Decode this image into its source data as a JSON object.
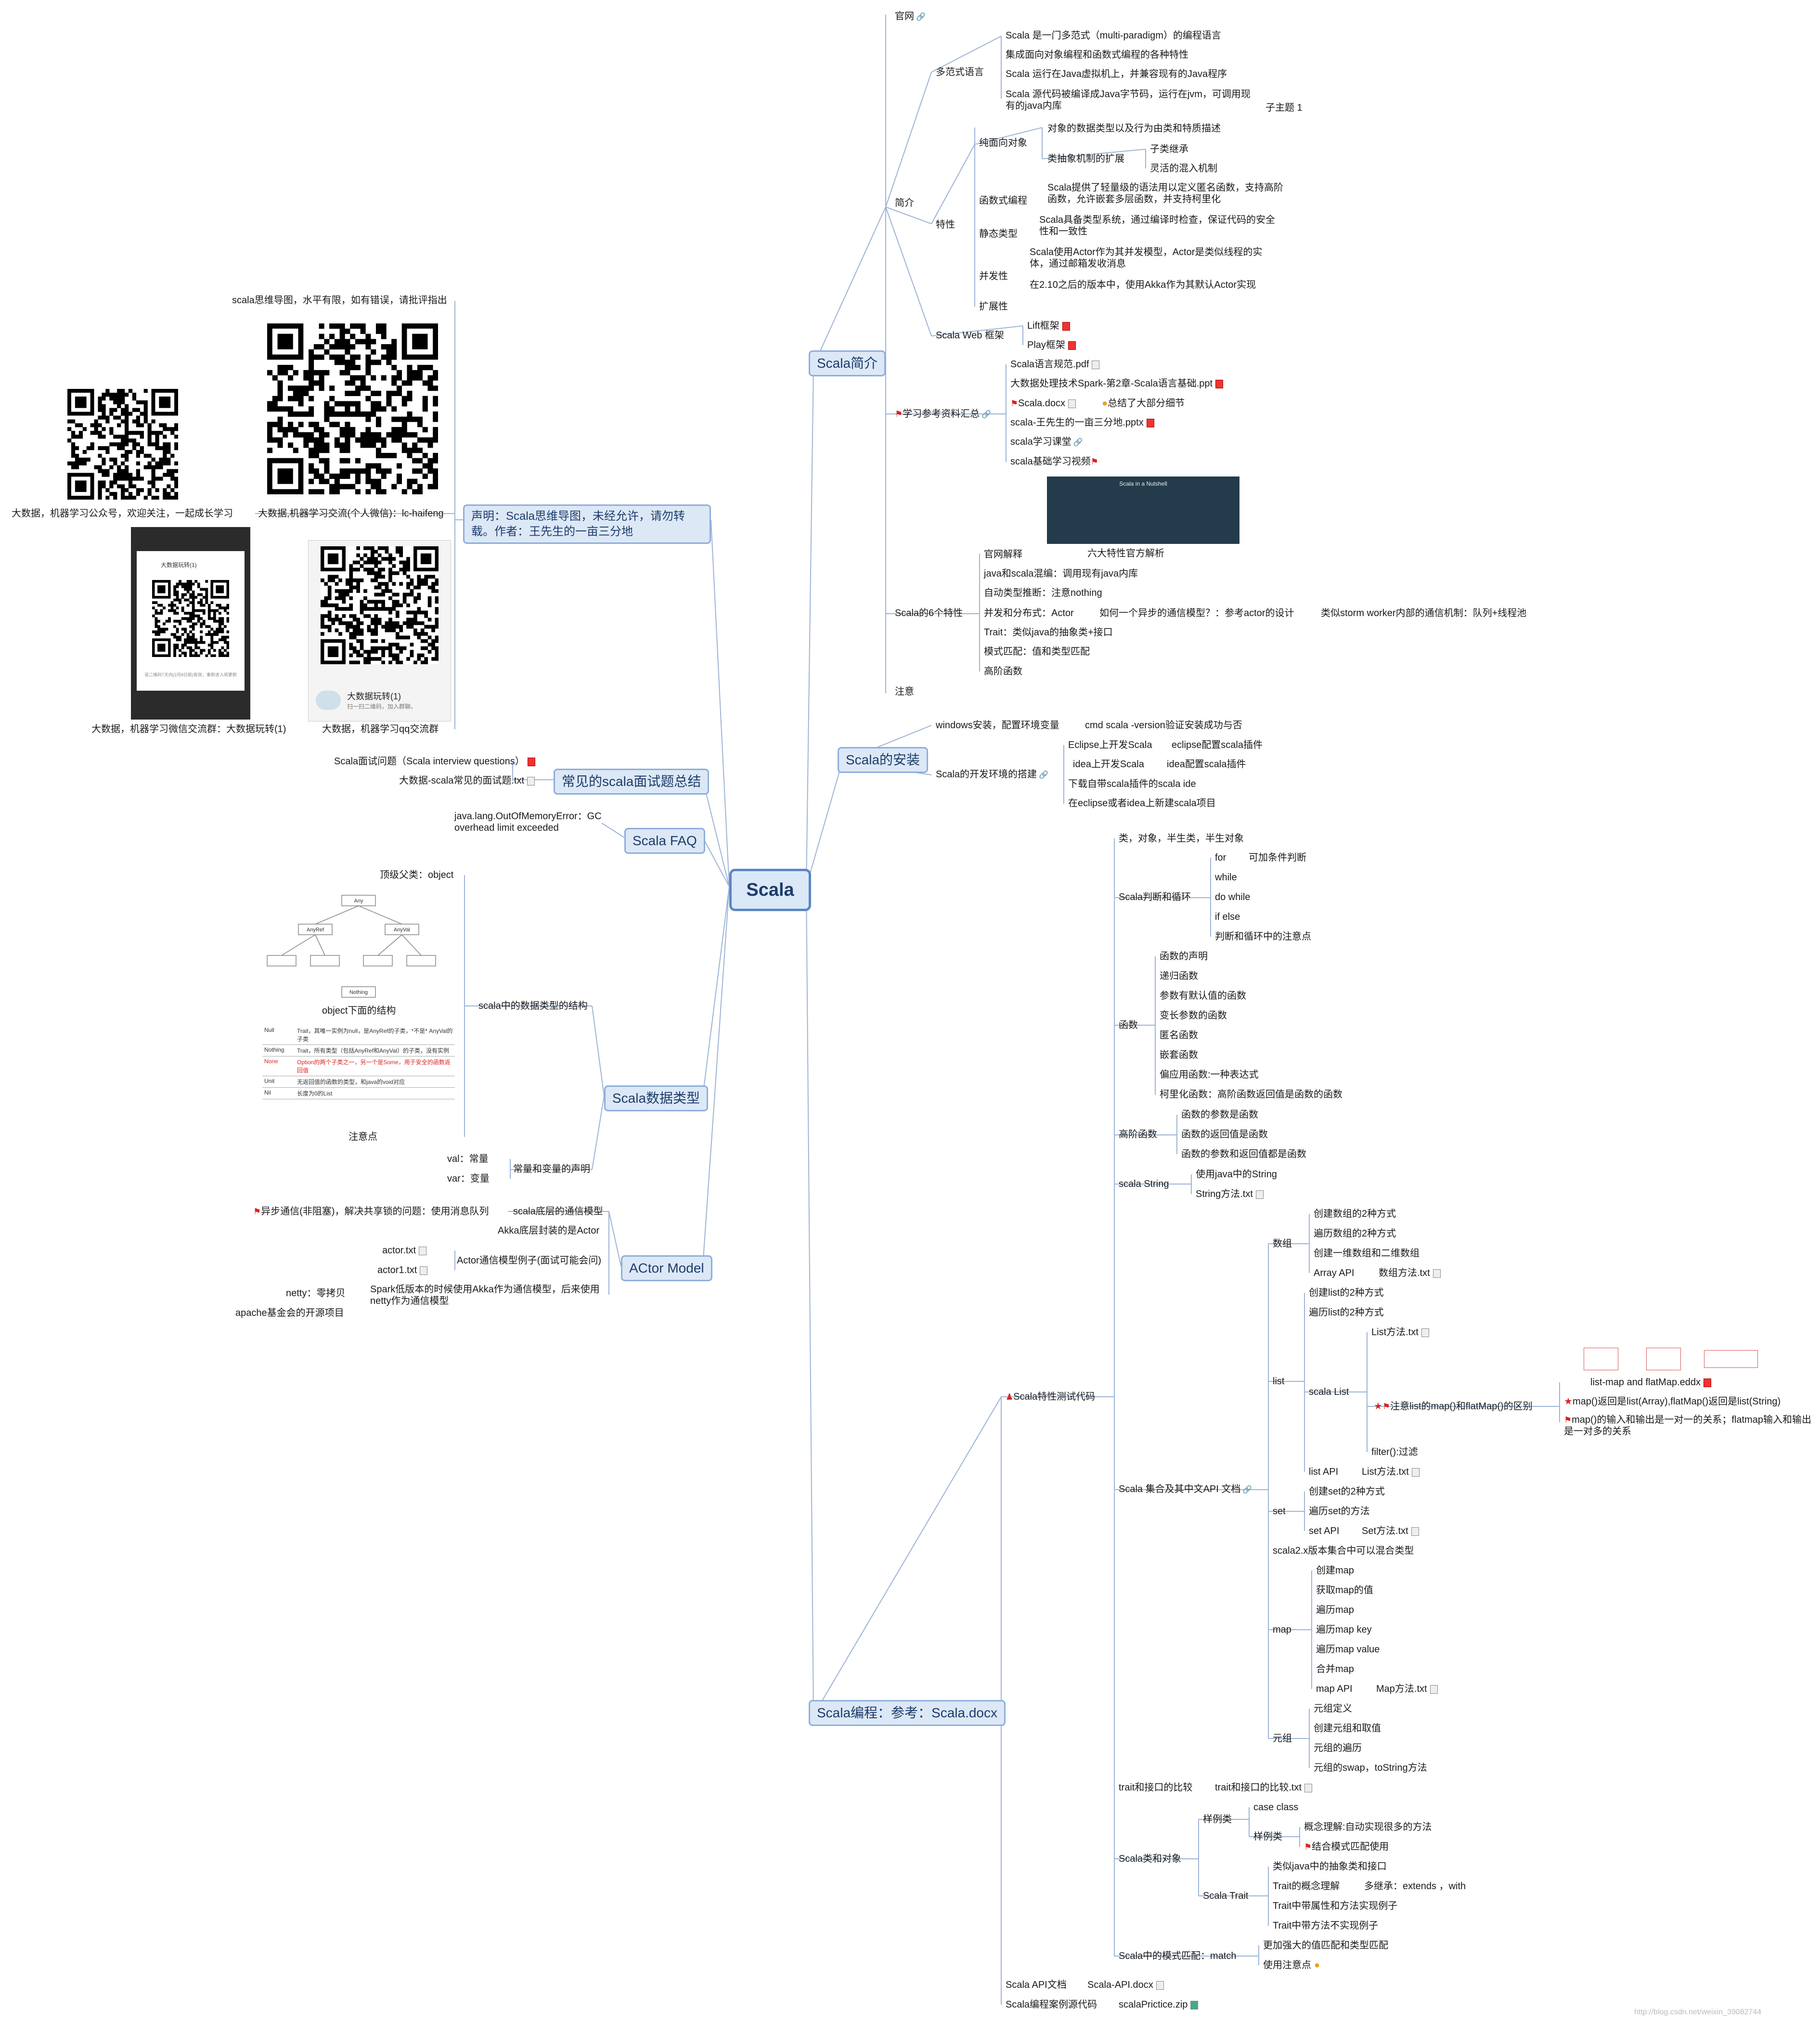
{
  "root": "Scala",
  "intro": {
    "title": "Scala简介",
    "official": "官网",
    "paradigm": {
      "label": "多范式语言",
      "items": [
        "Scala 是一门多范式（multi-paradigm）的编程语言",
        "集成面向对象编程和函数式编程的各种特性",
        "Scala 运行在Java虚拟机上，并兼容现有的Java程序",
        "Scala 源代码被编译成Java字节码，运行在jvm，可调用现有的java内库"
      ],
      "subtopic": "子主题 1"
    },
    "brief": "简介",
    "features": {
      "label": "特性",
      "oo": "纯面向对象",
      "oo_items": [
        "对象的数据类型以及行为由类和特质描述",
        "类抽象机制的扩展"
      ],
      "oo_sub": [
        "子类继承",
        "灵活的混入机制"
      ],
      "fp": "函数式编程",
      "fp_item": "Scala提供了轻量级的语法用以定义匿名函数，支持高阶函数，允许嵌套多层函数，并支持柯里化",
      "st": "静态类型",
      "st_item": "Scala具备类型系统，通过编译时检查，保证代码的安全性和一致性",
      "conc": "并发性",
      "conc_items": [
        "Scala使用Actor作为其并发模型，Actor是类似线程的实体，通过邮箱发收消息",
        "在2.10之后的版本中，使用Akka作为其默认Actor实现"
      ],
      "ext": "扩展性"
    },
    "web": {
      "label": "Scala Web 框架",
      "items": [
        "Lift框架",
        "Play框架"
      ]
    },
    "refs": {
      "label": "学习参考资料汇总",
      "items": [
        "Scala语言规范.pdf",
        "大数据处理技术Spark-第2章-Scala语言基础.ppt",
        "Scala.docx",
        "scala-王先生的一亩三分地.pptx",
        "scala学习课堂",
        "scala基础学习视频"
      ],
      "note": "总结了大部分细节"
    },
    "six": {
      "label": "Scala的6个特性",
      "official": "官网解释",
      "thumb_caption": "六大特性官方解析",
      "thumb_title": "Scala in a Nutshell",
      "items": [
        "java和scala混编：调用现有java内库",
        "自动类型推断：注意nothing",
        "并发和分布式：Actor",
        "Trait：类似java的抽象类+接口",
        "模式匹配：值和类型匹配",
        "高阶函数"
      ],
      "q": "如何一个异步的通信模型？：参考actor的设计",
      "q2": "类似storm worker内部的通信机制：队列+线程池"
    },
    "note": "注意"
  },
  "install": {
    "title": "Scala的安装",
    "win": "windows安装，配置环境变量",
    "win_item": "cmd scala -version验证安装成功与否",
    "dev": "Scala的开发环境的搭建",
    "dev_items": [
      "Eclipse上开发Scala",
      "idea上开发Scala",
      "下载自带scala插件的scala ide",
      "在eclipse或者idea上新建scala项目"
    ],
    "dev_sub": [
      "eclipse配置scala插件",
      "idea配置scala插件"
    ]
  },
  "prog": {
    "title": "Scala编程：参考：Scala.docx",
    "features_code": "Scala特性测试代码",
    "cls": "类，对象，半生类，半生对象",
    "loop": {
      "label": "Scala判断和循环",
      "items": [
        "for",
        "while",
        "do  while",
        "if else",
        "判断和循环中的注意点"
      ],
      "for_sub": "可加条件判断"
    },
    "func": {
      "label": "函数",
      "items": [
        "函数的声明",
        "递归函数",
        "参数有默认值的函数",
        "变长参数的函数",
        "匿名函数",
        "嵌套函数",
        "偏应用函数:一种表达式",
        "柯里化函数：高阶函数返回值是函数的函数"
      ]
    },
    "hof": {
      "label": "高阶函数",
      "items": [
        "函数的参数是函数",
        "函数的返回值是函数",
        "函数的参数和返回值都是函数"
      ]
    },
    "str": {
      "label": "scala String",
      "items": [
        "使用java中的String",
        "String方法.txt"
      ]
    },
    "coll": {
      "label": "Scala 集合及其中文API 文档",
      "arr": "数组",
      "arr_items": [
        "创建数组的2种方式",
        "遍历数组的2种方式",
        "创建一维数组和二维数组",
        "Array API"
      ],
      "arr_txt": "数组方法.txt",
      "list": "list",
      "list_items": [
        "创建list的2种方式",
        "遍历list的2种方式"
      ],
      "slist": "scala List",
      "slist_txt": "List方法.txt",
      "mapfm": "注意list的map()和flatMap()的区别",
      "mapfm_items": [
        "list-map and flatMap.eddx",
        "map()返回是list(Array),flatMap()返回是list(String)",
        "map()的输入和输出是一对一的关系；flatmap输入和输出是一对多的关系"
      ],
      "filter": "filter():过滤",
      "listapi": "list API",
      "listapi_txt": "List方法.txt",
      "set": "set",
      "set_items": [
        "创建set的2种方式",
        "遍历set的方法",
        "set API"
      ],
      "set_txt": "Set方法.txt",
      "mix": "scala2.x版本集合中可以混合类型",
      "map": "map",
      "map_items": [
        "创建map",
        "获取map的值",
        "遍历map",
        "遍历map key",
        "遍历map value",
        "合并map",
        "map API"
      ],
      "map_txt": "Map方法.txt",
      "tuple": "元组",
      "tuple_items": [
        "元组定义",
        "创建元组和取值",
        "元组的遍历",
        "元组的swap，toString方法"
      ]
    },
    "trait_cmp": "trait和接口的比较",
    "trait_cmp_txt": "trait和接口的比较.txt",
    "cls_obj": {
      "label": "Scala类和对象",
      "case": "样例类",
      "case_items": [
        "case class",
        "样例类"
      ],
      "case_sub": [
        "概念理解:自动实现很多的方法",
        "结合模式匹配使用"
      ],
      "trait": "Scala Trait",
      "trait_items": [
        "类似java中的抽象类和接口",
        "Trait的概念理解",
        "Trait中带属性和方法实现例子",
        "Trait中带方法不实现例子"
      ],
      "trait_sub": "多继承：extends ，with"
    },
    "match": {
      "label": "Scala中的模式匹配：match",
      "items": [
        "更加强大的值匹配和类型匹配",
        "使用注意点"
      ]
    },
    "api_doc": "Scala API文档",
    "api_doc_file": "Scala-API.docx",
    "examples": "Scala编程案例源代码",
    "examples_file": "scalaPrictice.zip"
  },
  "decl": {
    "title": "声明：Scala思维导图，未经允许，请勿转载。作者：王先生的一亩三分地",
    "top": "scala思维导图，水平有限，如有错误，请批评指出",
    "qr1": "大数据,机器学习交流(个人微信)：lc-haifeng",
    "qr2": "大数据，机器学习公众号，欢迎关注，一起成长学习",
    "qr3": "大数据，机器学习qq交流群",
    "qr4": "大数据，机器学习微信交流群：大数据玩转(1)",
    "card_title": "大数据玩转(1)",
    "card_sub": "扫一扫二维码，加入群聊。",
    "phone_title": "大数据玩转(1)",
    "phone_sub": "该二维码7天内(2月8日前)有效，重新进入将更新"
  },
  "interview": {
    "title": "常见的scala面试题总结",
    "items": [
      "Scala面试问题（Scala interview questions）",
      "大数据-scala常见的面试题.txt"
    ]
  },
  "faq": {
    "title": "Scala FAQ",
    "item": "java.lang.OutOfMemoryError：GC overhead limit exceeded"
  },
  "types": {
    "title": "Scala数据类型",
    "struct": "scala中的数据类型的结构",
    "top": "顶级父类：object",
    "obj_caption": "object下面的结构",
    "notes_caption": "注意点",
    "tree": [
      "Any",
      "AnyRef",
      "AnyVal",
      "Nothing"
    ],
    "table": [
      [
        "Null",
        "Trait，其唯一实例为null，是AnyRef的子类，*不是* AnyVal的子类"
      ],
      [
        "Nothing",
        "Trait，所有类型（包括AnyRef和AnyVal）的子类，没有实例"
      ],
      [
        "None",
        "Option的两个子类之一，另一个是Some，用于安全的函数返回值"
      ],
      [
        "Unit",
        "无返回值的函数的类型，和java的void对应"
      ],
      [
        "Nil",
        "长度为0的List"
      ]
    ],
    "decl": "常量和变量的声明",
    "decl_items": [
      "val：常量",
      "var：变量"
    ]
  },
  "actor": {
    "title": "ACtor Model",
    "comm": "scala底层的通信模型",
    "comm_q": "异步通信(非阻塞)，解决共享锁的问题：使用消息队列",
    "akka": "Akka底层封装的是Actor",
    "ex": "Actor通信模型例子(面试可能会问)",
    "ex_files": [
      "actor.txt",
      "actor1.txt"
    ],
    "spark": "Spark低版本的时候使用Akka作为通信模型，后来使用netty作为通信模型",
    "netty": [
      "netty：零拷贝",
      "apache基金会的开源项目"
    ]
  },
  "watermark": "http://blog.csdn.net/weixin_39082744",
  "colors": {
    "line": "#9db4d6",
    "root_border": "#5b86c2",
    "main_fill": "#dce8f6"
  }
}
